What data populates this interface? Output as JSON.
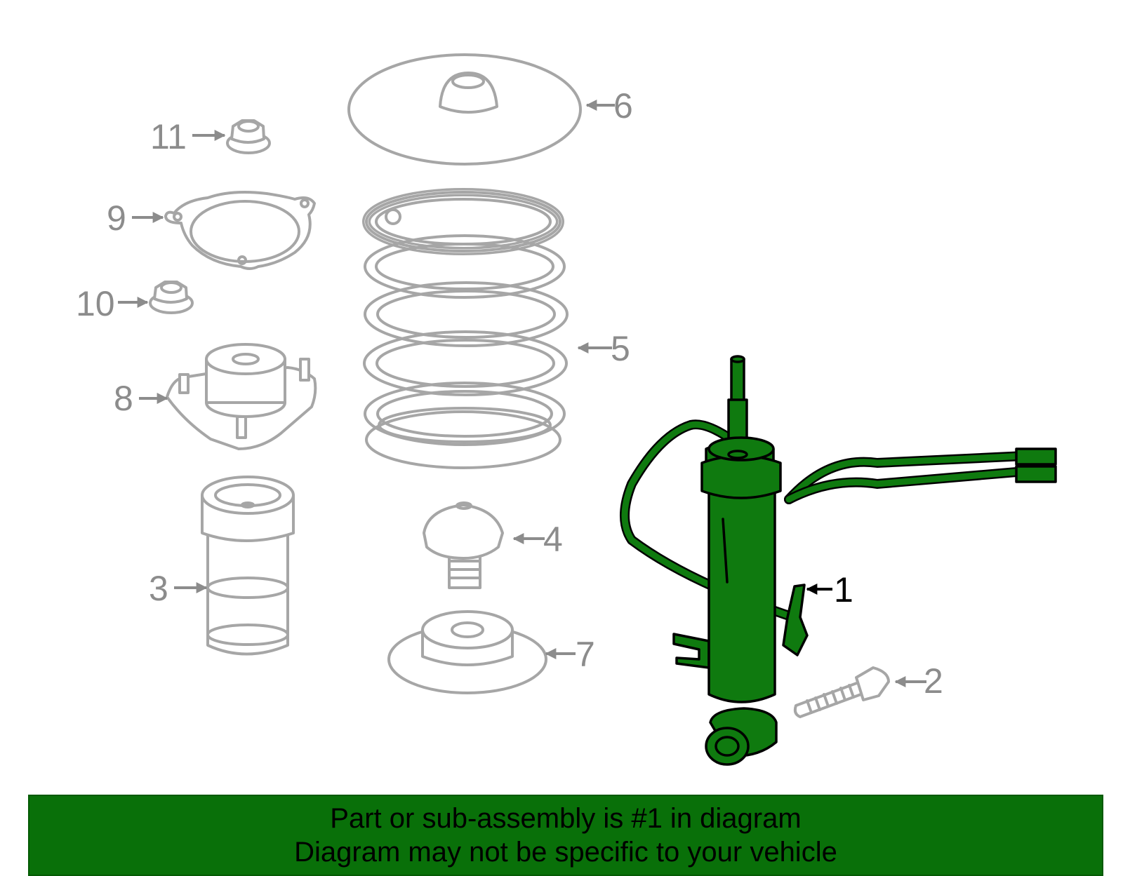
{
  "diagram": {
    "callouts": [
      {
        "id": "1",
        "label": "1"
      },
      {
        "id": "2",
        "label": "2"
      },
      {
        "id": "3",
        "label": "3"
      },
      {
        "id": "4",
        "label": "4"
      },
      {
        "id": "5",
        "label": "5"
      },
      {
        "id": "6",
        "label": "6"
      },
      {
        "id": "7",
        "label": "7"
      },
      {
        "id": "8",
        "label": "8"
      },
      {
        "id": "9",
        "label": "9"
      },
      {
        "id": "10",
        "label": "10"
      },
      {
        "id": "11",
        "label": "11"
      }
    ],
    "highlight_part": "1",
    "colors": {
      "highlight_fill": "#0f7a0f",
      "part_outline": "#a6a6a6",
      "callout_text": "#8c8c8c",
      "banner_background": "#097009"
    }
  },
  "banner": {
    "line1": "Part or sub-assembly is #1 in diagram",
    "line2": "Diagram may not be specific to your vehicle"
  }
}
